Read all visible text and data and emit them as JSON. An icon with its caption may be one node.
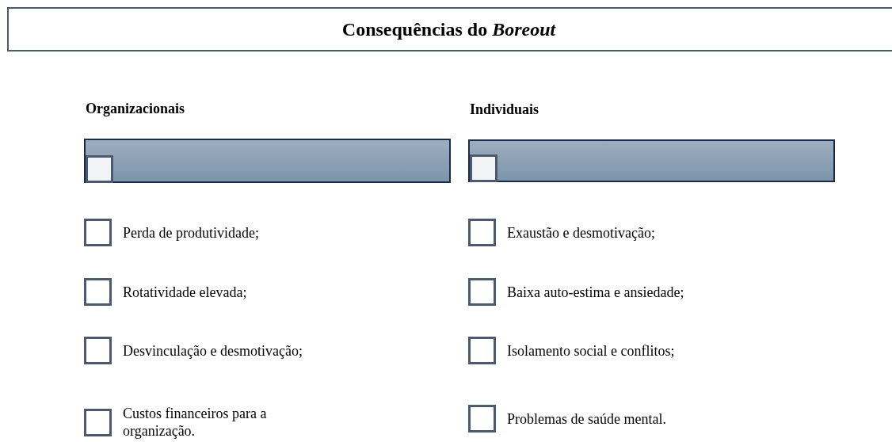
{
  "diagram": {
    "title": "Consequências do *Boreout*",
    "nodes": [
      {
        "text": [
          "Organizacionais"
        ]
      },
      {
        "text": [],
        "shape": "box",
        "in": 0
      },
      {
        "text": [
          "Individuais"
        ]
      },
      {
        "text": [],
        "shape": "box",
        "in": 2
      },
      {
        "text": [
          "Perda de produtividade;"
        ]
      },
      {
        "text": [
          "Rotatividade elevada;"
        ]
      },
      {
        "text": [
          "Desvinculação e desmotivação;"
        ]
      },
      {
        "text": [
          "Custos financeiros para a organização."
        ]
      },
      {
        "text": [
          "Exaustão e desmotivação;"
        ]
      },
      {
        "text": [
          "Baixa auto-estima e ansiedade;"
        ]
      },
      {
        "text": [
          "Isolamento social e conflitos;"
        ]
      },
      {
        "text": [
          "Problemas de saúde mental."
        ]
      }
    ],
    "edges": []
  }
}
